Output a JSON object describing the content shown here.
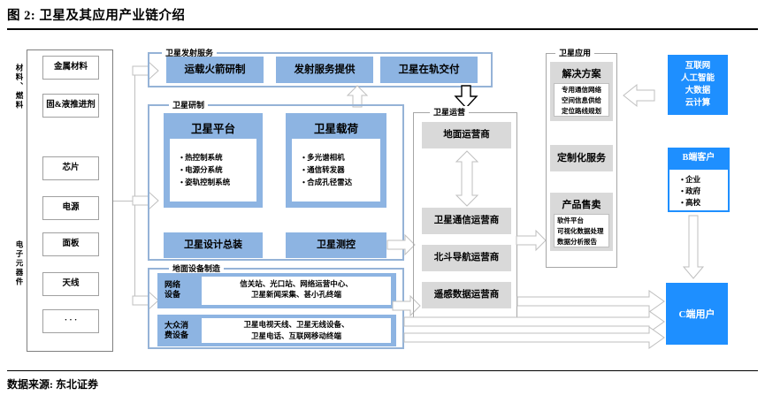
{
  "figure": {
    "title": "图 2: 卫星及其应用产业链介绍",
    "source": "数据来源: 东北证券"
  },
  "left_column": {
    "side_label_top": "材料、燃料",
    "side_label_bottom": "电子元器件",
    "boxes": [
      "金属材料",
      "固&液推进剂",
      "芯片",
      "电源",
      "面板",
      "天线",
      "· · ·"
    ]
  },
  "launch_section": {
    "label": "卫星发射服务",
    "boxes": [
      "运载火箭研制",
      "发射服务提供",
      "卫星在轨交付"
    ]
  },
  "development_section": {
    "label": "卫星研制",
    "platform": {
      "title": "卫星平台",
      "items": [
        "热控制系统",
        "电源分系统",
        "姿轨控制系统"
      ]
    },
    "payload": {
      "title": "卫星载荷",
      "items": [
        "多光谱相机",
        "通信转发器",
        "合成孔径雷达"
      ]
    },
    "bottom_boxes": [
      "卫星设计总装",
      "卫星测控"
    ]
  },
  "ground_section": {
    "label": "地面设备制造",
    "rows": [
      {
        "category": "网络设备",
        "line1": "信关站、光口站、网络运营中心、",
        "line2": "卫星新闻采集、甚小孔终端"
      },
      {
        "category": "大众消费设备",
        "line1": "卫星电视天线、卫星无线设备、",
        "line2": "卫星电话、互联网移动终端"
      }
    ]
  },
  "operation_section": {
    "label": "卫星运营",
    "boxes": [
      "地面运营商",
      "卫星通信运营商",
      "北斗导航运营商",
      "遥感数据运营商"
    ]
  },
  "application_section": {
    "label": "卫星应用",
    "solution": {
      "title": "解决方案",
      "items": [
        "专用通信网络",
        "空间信息供给",
        "定位路线规划"
      ]
    },
    "custom_service": "定制化服务",
    "product": {
      "title": "产品售卖",
      "items": [
        "软件平台",
        "可视化数据处理",
        "数据分析报告"
      ]
    }
  },
  "right_column": {
    "tech_box": [
      "互联网",
      "人工智能",
      "大数据",
      "云计算"
    ],
    "b_customers": {
      "title": "B端客户",
      "items": [
        "企业",
        "政府",
        "高校"
      ]
    },
    "c_users": "C端用户"
  },
  "colors": {
    "light_blue": "#8DB4E2",
    "section_border_blue": "#95B3D7",
    "gray_box": "#D9D9D9",
    "bright_blue": "#1E8FFF",
    "arrow_gray": "#BFBFBF"
  }
}
